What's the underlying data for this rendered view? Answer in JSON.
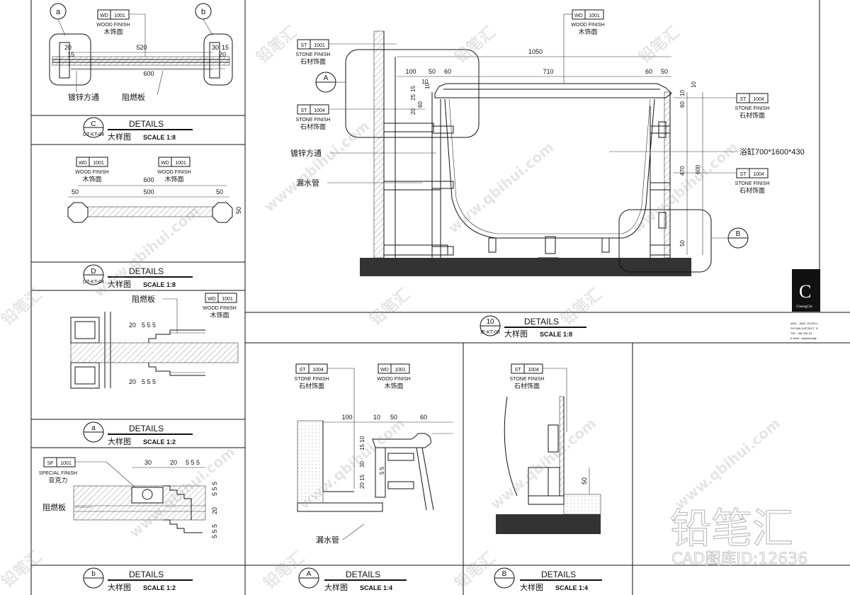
{
  "labels": {
    "wd_code": "WD",
    "wd_num": "1001",
    "st_code": "ST",
    "st_num": "1004",
    "st_num_b": "1001",
    "sf_code": "SF",
    "sf_num": "1001",
    "wood_finish": "WOOD FINISH",
    "wood_cn": "木饰面",
    "stone_finish": "STONE FINISH",
    "stone_cn": "石材饰面",
    "special_finish": "SPECIAL FINISH",
    "acrylic_cn": "亚克力",
    "fire_board": "阻燃板",
    "galv_tube": "镀锌方通",
    "drain_pipe": "漏水管",
    "bathtub": "浴缸700*1600*430"
  },
  "titles": {
    "details": "DETAILS",
    "detail_cn": "大样图",
    "scale_18": "SCALE 1:8",
    "scale_12": "SCALE 1:2",
    "scale_14": "SCALE 1:4",
    "sheet_dt": "DT-KT-04",
    "sheet_ie": "IE-KT-08",
    "C": "C",
    "D": "D",
    "a": "a",
    "b": "b",
    "A": "A",
    "B": "B",
    "ten": "10"
  },
  "dims": {
    "p1_20": "20",
    "p1_15": "15",
    "p1_520": "520",
    "p1_600": "600",
    "p1_30": "30",
    "p1_15b": "15",
    "p1_20b": "20",
    "c_600": "600",
    "c_50": "50",
    "c_500": "500",
    "c_50b": "50",
    "c_50c": "50",
    "d_20": "20",
    "d_555": "5 5 5",
    "d_20b": "20",
    "d_555b": "5 5 5",
    "a_30": "30",
    "a_20": "20",
    "a_555": "5 5 5",
    "a_555v": "5 5 5",
    "a_20v": "20",
    "a_555vb": "5 5 5",
    "m_1050": "1050",
    "m_100": "100",
    "m_50": "50",
    "m_60": "60",
    "m_710": "710",
    "m_60b": "60",
    "m_50b": "50",
    "m_10": "10",
    "m_15": "15",
    "m_25": "25",
    "m_20": "20",
    "m_60v": "60",
    "m_10v": "10",
    "m_10r": "10",
    "m_10r2": "10",
    "m_60r": "60",
    "m_470": "470",
    "m_600": "600",
    "m_50r": "50",
    "A_100": "100",
    "A_10": "10",
    "A_50": "50",
    "A_60": "60",
    "A_2015": "20 15",
    "A_30": "30",
    "A_1510": "15 10",
    "A_55": "5 5",
    "B_50": "50"
  },
  "logo": {
    "initials": "C",
    "tagline": "CheungChi",
    "addr1": "4601 - 4602, EXCELL",
    "addr2": "FUTIAN DISTRICT, S",
    "addr3": "TEL: +86-755-23",
    "addr4": "E-MAIL: asiamima@"
  },
  "watermark": {
    "site": "www.qbihui.com",
    "cn": "铅笔汇",
    "brand": "铅笔汇",
    "cad_id": "CAD图库ID:12636"
  },
  "colors": {
    "ink": "#111111",
    "floor": "#333333",
    "logo_bg": "#111111"
  }
}
